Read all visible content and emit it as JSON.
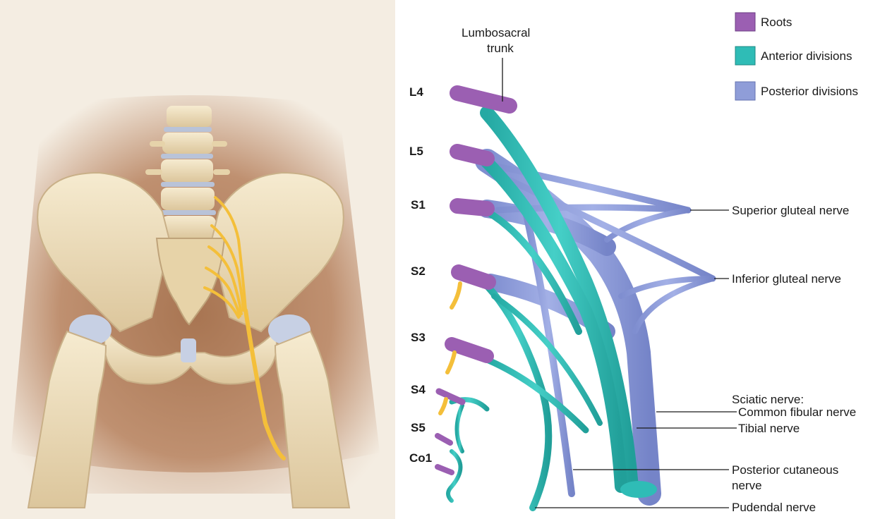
{
  "legend": [
    {
      "label": "Roots",
      "color": "#9b5fb2"
    },
    {
      "label": "Anterior divisions",
      "color": "#2fbcb6"
    },
    {
      "label": "Posterior divisions",
      "color": "#8f9dd8"
    }
  ],
  "levels": [
    "L4",
    "L5",
    "S1",
    "S2",
    "S3",
    "S4",
    "S5",
    "Co1"
  ],
  "labels": {
    "lumbosacral_trunk_line1": "Lumbosacral",
    "lumbosacral_trunk_line2": "trunk",
    "superior_gluteal": "Superior gluteal nerve",
    "inferior_gluteal": "Inferior gluteal nerve",
    "sciatic": "Sciatic nerve:",
    "common_fibular": "Common fibular nerve",
    "tibial": "Tibial nerve",
    "posterior_cutaneous_line1": "Posterior cutaneous",
    "posterior_cutaneous_line2": "nerve",
    "pudendal": "Pudendal nerve"
  },
  "colors": {
    "skin": "#b98a68",
    "bone": "#efe1bf",
    "nerve_yellow": "#f4bf3a"
  }
}
